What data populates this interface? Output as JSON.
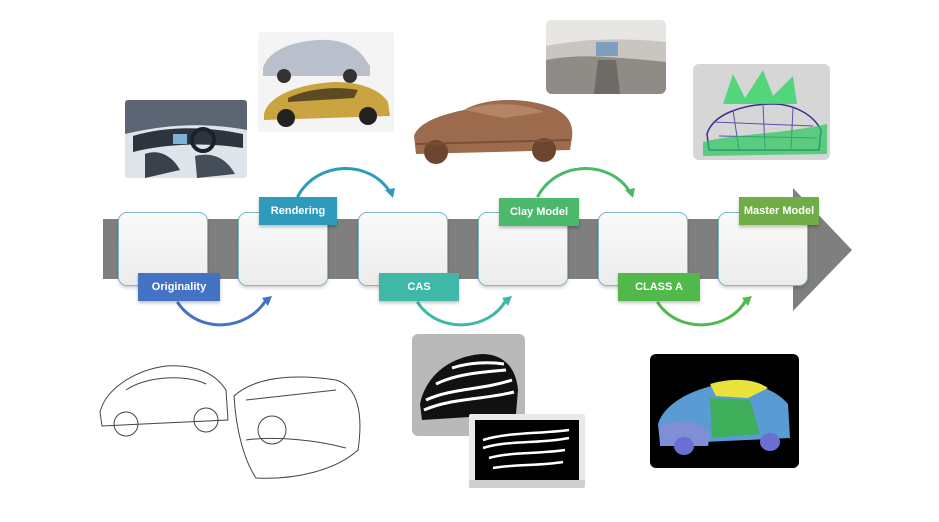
{
  "stages": [
    {
      "label": "Originality",
      "color": "#4472c4"
    },
    {
      "label": "Rendering",
      "color": "#2e9bbd"
    },
    {
      "label": "CAS",
      "color": "#3fb8a8"
    },
    {
      "label": "Clay Model",
      "color": "#4bb86b"
    },
    {
      "label": "CLASS A",
      "color": "#51b94a"
    },
    {
      "label": "Master Model",
      "color": "#70ad47"
    }
  ],
  "arrow_color": "#7f7f7f",
  "images": [
    {
      "name": "interior-sketch-image",
      "stage": "Originality"
    },
    {
      "name": "exterior-pencil-sketch-image",
      "stage": "Originality"
    },
    {
      "name": "car-rendering-image",
      "stage": "Rendering"
    },
    {
      "name": "cas-zebra-surface-image",
      "stage": "CAS"
    },
    {
      "name": "clay-model-image",
      "stage": "Clay Model"
    },
    {
      "name": "interior-photo-image",
      "stage": "Clay Model"
    },
    {
      "name": "class-a-surface-image",
      "stage": "CLASS A"
    },
    {
      "name": "master-model-wireframe-image",
      "stage": "Master Model"
    }
  ]
}
